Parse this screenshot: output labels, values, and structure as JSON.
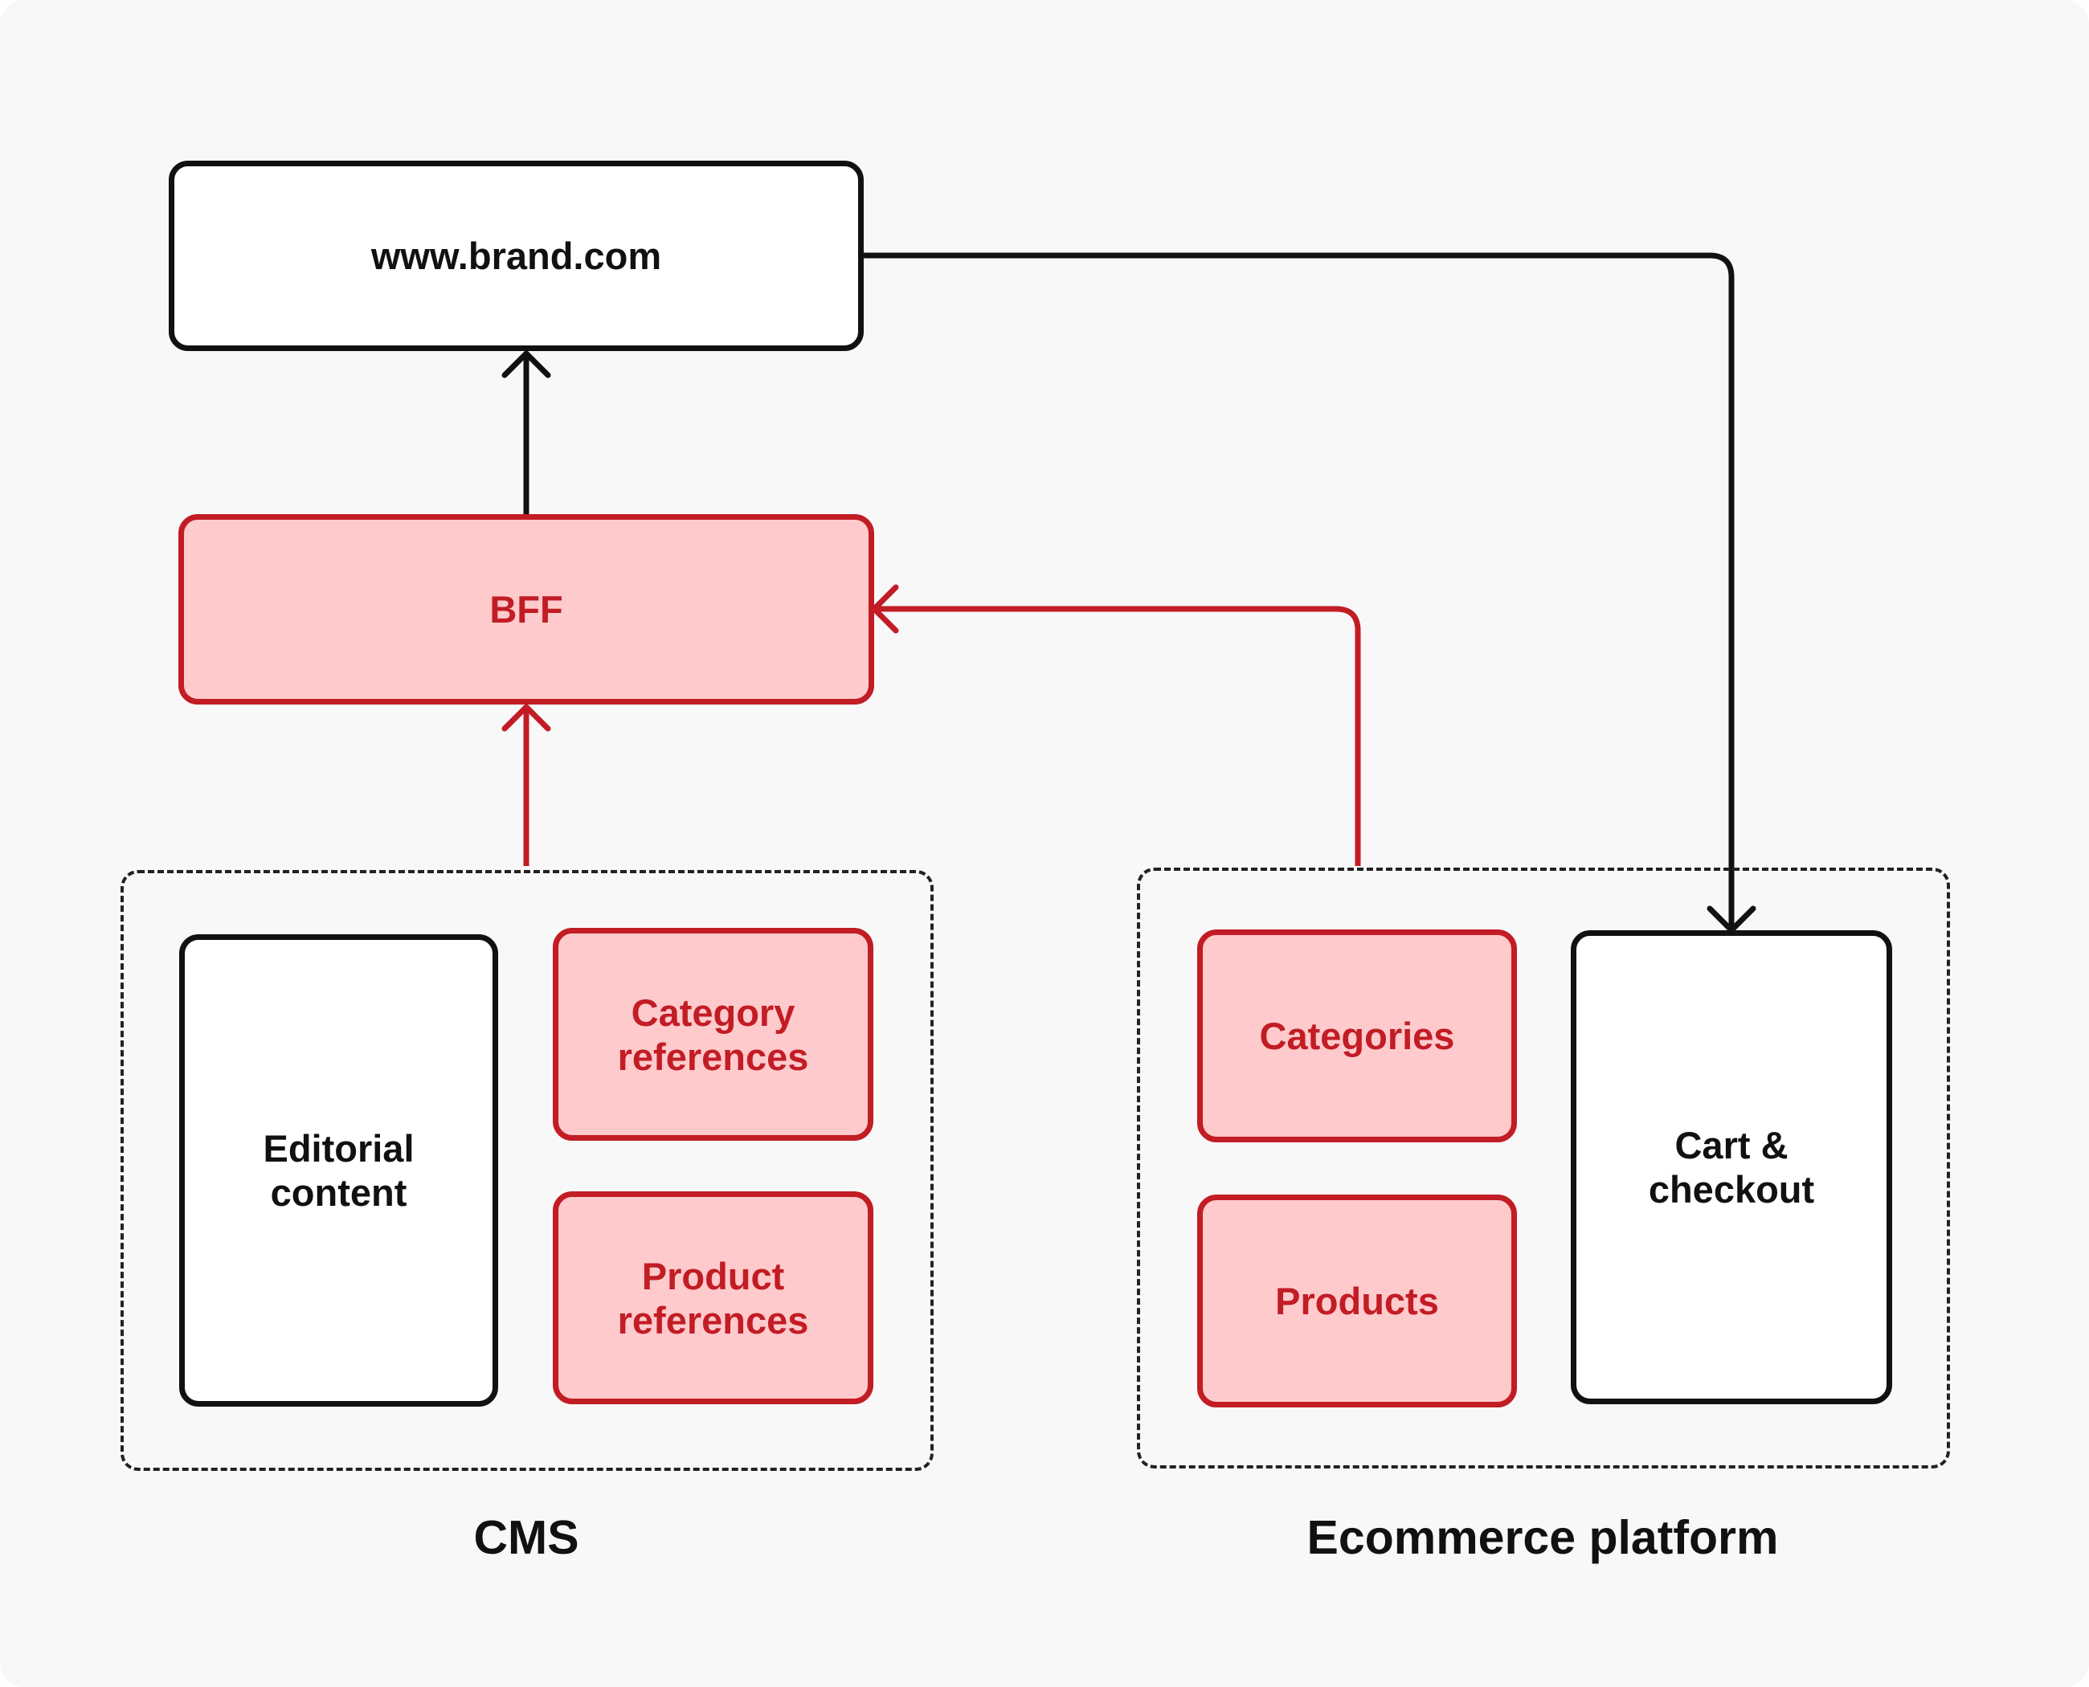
{
  "diagram": {
    "colors": {
      "neutral_stroke": "#111111",
      "accent_stroke": "#c21c25",
      "accent_fill": "#fecacc",
      "canvas_background": "#f8f8f8"
    },
    "nodes": {
      "website": {
        "label": "www.brand.com"
      },
      "bff": {
        "label": "BFF"
      },
      "editorial_content": {
        "label": "Editorial\ncontent"
      },
      "category_references": {
        "label": "Category\nreferences"
      },
      "product_references": {
        "label": "Product\nreferences"
      },
      "categories": {
        "label": "Categories"
      },
      "products": {
        "label": "Products"
      },
      "cart_checkout": {
        "label": "Cart &\ncheckout"
      }
    },
    "groups": {
      "cms": {
        "label": "CMS"
      },
      "ecommerce": {
        "label": "Ecommerce platform"
      }
    },
    "edges": [
      {
        "from": "bff",
        "to": "website"
      },
      {
        "from": "cms",
        "to": "bff"
      },
      {
        "from": "ecommerce",
        "to": "bff"
      },
      {
        "from": "website",
        "to": "cart_checkout"
      }
    ]
  }
}
